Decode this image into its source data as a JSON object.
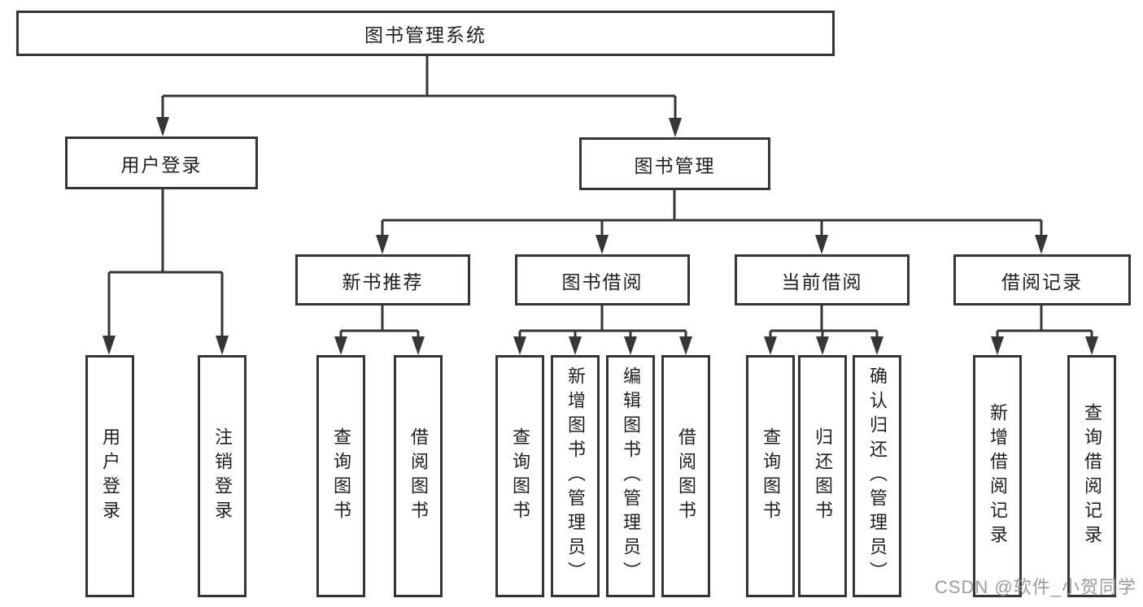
{
  "colors": {
    "line": "#363636",
    "box_border": "#363636",
    "box_fill": "#ffffff",
    "text": "#1f1f1f",
    "watermark": "#9b9b9b",
    "background": "#ffffff"
  },
  "watermark": {
    "text": "CSDN @软件_小贺同学"
  },
  "tree": {
    "label": "图书管理系统",
    "children": [
      {
        "label": "用户登录",
        "children": [
          {
            "label": "用户登录"
          },
          {
            "label": "注销登录"
          }
        ]
      },
      {
        "label": "图书管理",
        "children": [
          {
            "label": "新书推荐",
            "children": [
              {
                "label": "查询图书"
              },
              {
                "label": "借阅图书"
              }
            ]
          },
          {
            "label": "图书借阅",
            "children": [
              {
                "label": "查询图书"
              },
              {
                "label": "新增图书（管理员）"
              },
              {
                "label": "编辑图书（管理员）"
              },
              {
                "label": "借阅图书"
              }
            ]
          },
          {
            "label": "当前借阅",
            "children": [
              {
                "label": "查询图书"
              },
              {
                "label": "归还图书"
              },
              {
                "label": "确认归还（管理员）"
              }
            ]
          },
          {
            "label": "借阅记录",
            "children": [
              {
                "label": "新增借阅记录"
              },
              {
                "label": "查询借阅记录"
              }
            ]
          }
        ]
      }
    ]
  }
}
